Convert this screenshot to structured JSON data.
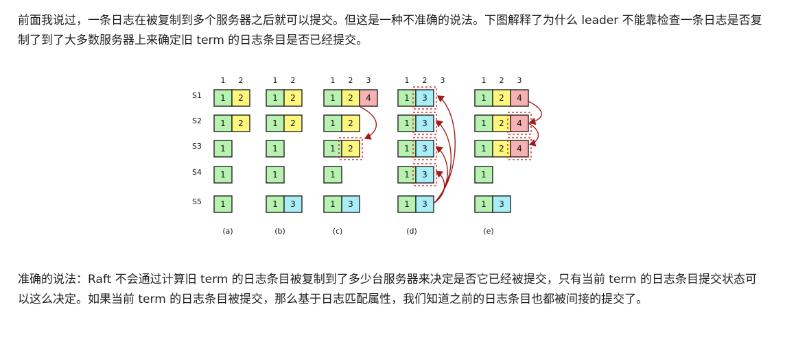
{
  "text": {
    "intro": "前面我说过，一条日志在被复制到多个服务器之后就可以提交。但这是一种不准确的说法。下图解释了为什么 leader 不能靠检查一条日志是否复制了到了大多数服务器上来确定旧 term 的日志条目是否已经提交。",
    "conclusion": "准确的说法：Raft 不会通过计算旧 term 的日志条目被复制到了多少台服务器来决定是否它已经被提交，只有当前 term 的日志条目提交状态可以这么决定。如果当前 term 的日志条目被提交，那么基于日志匹配属性，我们知道之前的日志条目也都被间接的提交了。"
  },
  "colors": {
    "term1": "#b7f2b0",
    "term2": "#fdf77e",
    "term3": "#a9edf6",
    "term4": "#f6b1b3",
    "highlight": "#e0302a",
    "arrow": "#a11d1d"
  },
  "diagram": {
    "servers": [
      "S1",
      "S2",
      "S3",
      "S4",
      "S5"
    ],
    "panels": [
      {
        "caption": "(a)",
        "columns": [
          "1",
          "2"
        ],
        "logs": [
          [
            1,
            2
          ],
          [
            1,
            2
          ],
          [
            1
          ],
          [
            1
          ],
          [
            1
          ]
        ],
        "highlights": []
      },
      {
        "caption": "(b)",
        "columns": [
          "1",
          "2"
        ],
        "logs": [
          [
            1,
            2
          ],
          [
            1,
            2
          ],
          [
            1
          ],
          [
            1
          ],
          [
            1,
            3
          ]
        ],
        "highlights": []
      },
      {
        "caption": "(c)",
        "columns": [
          "1",
          "2",
          "3"
        ],
        "logs": [
          [
            1,
            2,
            4
          ],
          [
            1,
            2
          ],
          [
            1,
            2
          ],
          [
            1
          ],
          [
            1,
            3
          ]
        ],
        "highlights": [
          {
            "server": 3,
            "index": 2
          }
        ]
      },
      {
        "caption": "(d)",
        "columns": [
          "1",
          "2",
          "3"
        ],
        "logs": [
          [
            1,
            3
          ],
          [
            1,
            3
          ],
          [
            1,
            3
          ],
          [
            1,
            3
          ],
          [
            1,
            3
          ]
        ],
        "highlights": [
          {
            "server": 1,
            "index": 2
          },
          {
            "server": 2,
            "index": 2
          },
          {
            "server": 3,
            "index": 2
          },
          {
            "server": 4,
            "index": 2
          }
        ]
      },
      {
        "caption": "(e)",
        "columns": [
          "1",
          "2",
          "3"
        ],
        "logs": [
          [
            1,
            2,
            4
          ],
          [
            1,
            2,
            4
          ],
          [
            1,
            2,
            4
          ],
          [
            1
          ],
          [
            1,
            3
          ]
        ],
        "highlights": [
          {
            "server": 2,
            "index": 3
          },
          {
            "server": 3,
            "index": 3
          }
        ]
      }
    ]
  }
}
